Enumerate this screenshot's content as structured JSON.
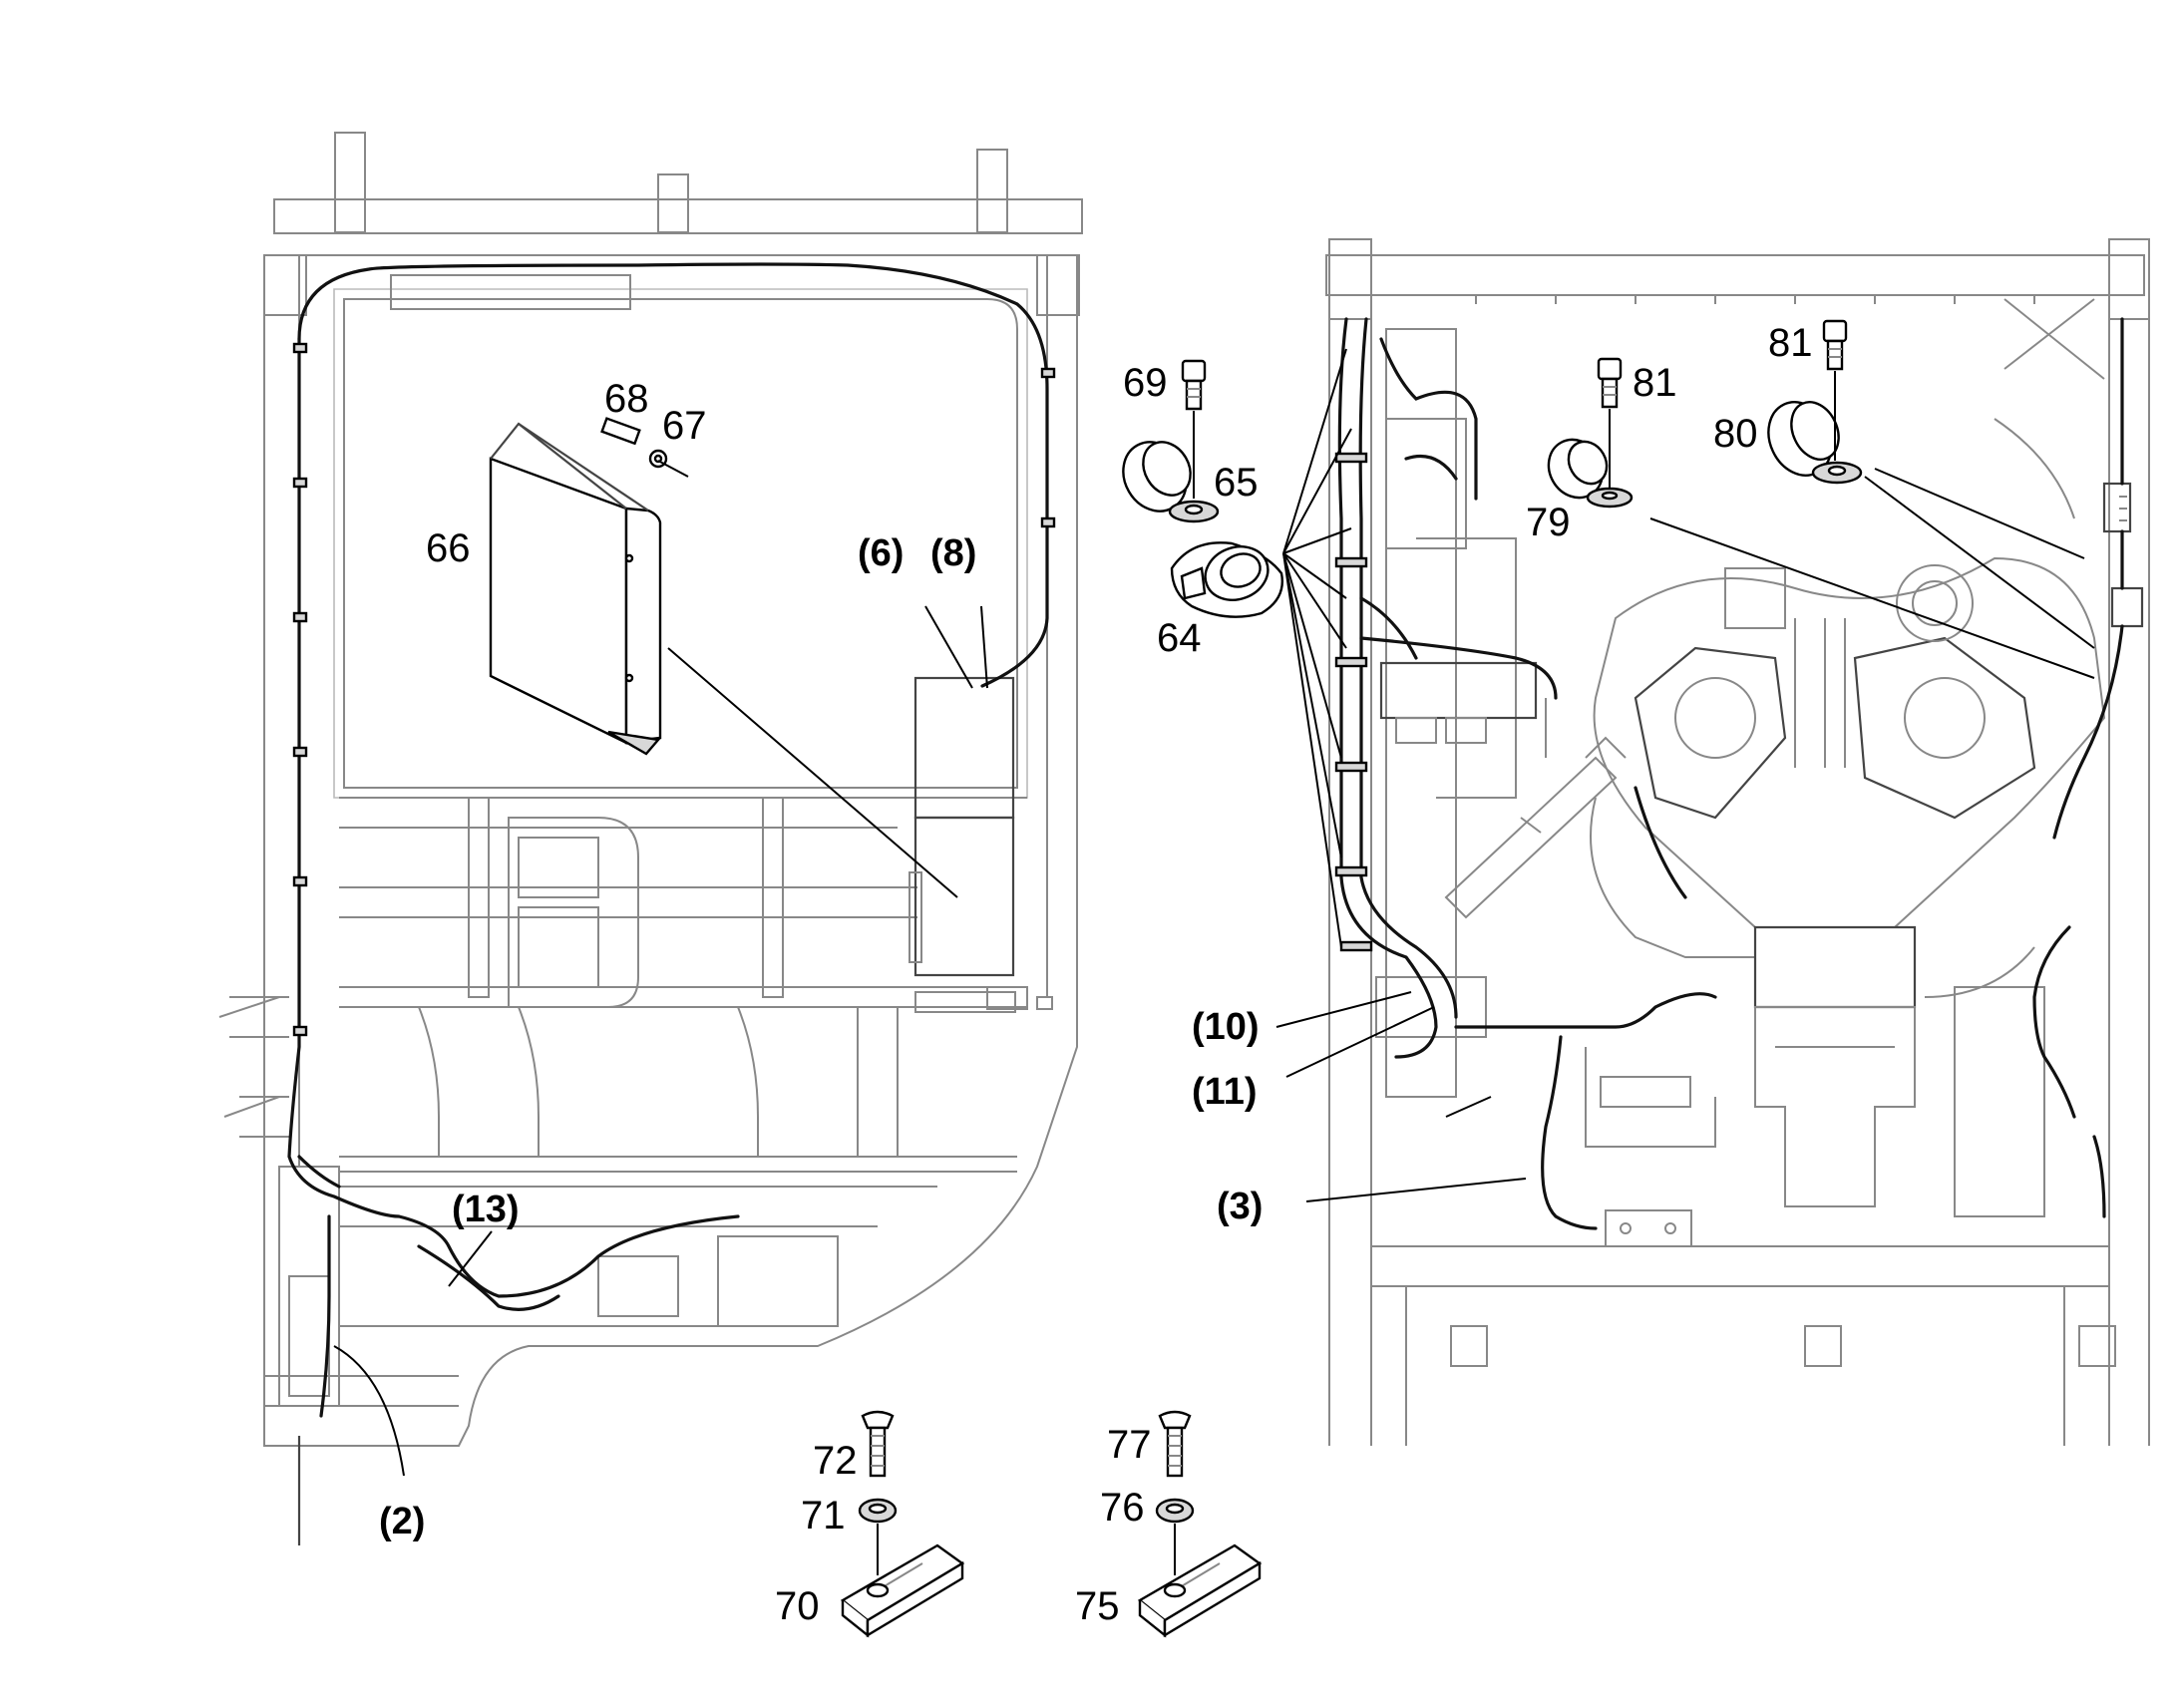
{
  "callouts": {
    "c64": "64",
    "c65": "65",
    "c66": "66",
    "c67": "67",
    "c68": "68",
    "c69": "69",
    "c70": "70",
    "c71": "71",
    "c72": "72",
    "c75": "75",
    "c76": "76",
    "c77": "77",
    "c79": "79",
    "c80": "80",
    "c81a": "81",
    "c81b": "81",
    "ref2": "(2)",
    "ref3": "(3)",
    "ref6": "(6)",
    "ref8": "(8)",
    "ref10": "(10)",
    "ref11": "(11)",
    "ref13": "(13)"
  }
}
